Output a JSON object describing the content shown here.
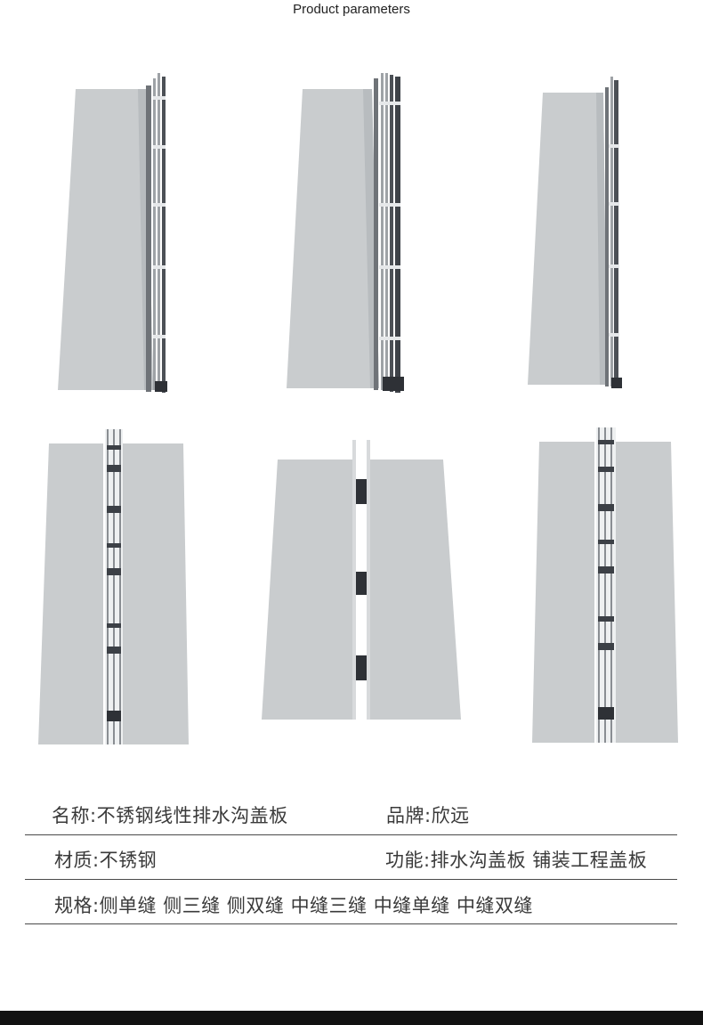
{
  "header": {
    "title": "Product parameters"
  },
  "products": [
    {
      "icon": "side-single-slot-cover-render"
    },
    {
      "icon": "side-triple-slot-cover-render"
    },
    {
      "icon": "side-double-slot-cover-render"
    },
    {
      "icon": "middle-triple-slot-cover-render"
    },
    {
      "icon": "middle-single-slot-cover-render"
    },
    {
      "icon": "middle-double-slot-cover-render"
    }
  ],
  "specs": {
    "name": "名称:不锈钢线性排水沟盖板",
    "brand": "品牌:欣远",
    "material": "材质:不锈钢",
    "function": "功能:排水沟盖板 铺装工程盖板",
    "spec": "规格:侧单缝 侧三缝 侧双缝 中缝三缝 中缝单缝 中缝双缝"
  },
  "colors": {
    "plate": "#c9ccce",
    "rail": "#6f7378",
    "dark": "#2e3136",
    "divider": "#4a4a4a",
    "footer": "#111111"
  }
}
